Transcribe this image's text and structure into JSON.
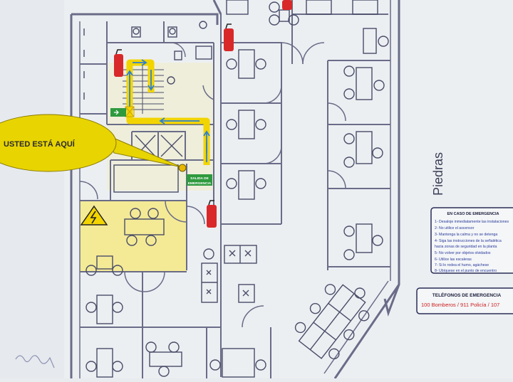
{
  "you_are_here": {
    "label": "USTED ESTÁ AQUÍ"
  },
  "exit_sign": {
    "line1": "SALIDA DE",
    "line2": "EMERGENCIA"
  },
  "street": {
    "name": "Piedras"
  },
  "emergency_box": {
    "title": "EN CASO DE EMERGENCIA",
    "items": [
      "1- Desaloje inmediatamente las instalaciones",
      "2- No utilice el ascensor",
      "3- Mantenga la calma y no se detenga",
      "4- Siga las instrucciones de la señalética",
      "   hacia zonas de seguridad en la planta",
      "5- No volver por objetos olvidados",
      "6- Utilice las escaleras",
      "7- Si lo rodea el humo, agáchese",
      "8- Ubíquese en el punto de encuentro"
    ]
  },
  "phones_box": {
    "title": "TELÉFONOS DE EMERGENCIA",
    "text": "100 Bomberos / 911 Policía / 107"
  },
  "colors": {
    "route": "#f2d400",
    "route_arrow": "#2b7fd6",
    "extinguisher": "#d8282a",
    "highlight": "#f5e67a",
    "wall": "#6a6c88",
    "furniture": "#4a4d68",
    "sign_green": "#2e9a3e",
    "phone_red": "#cc2020"
  },
  "icons": {
    "extinguisher": "fire-extinguisher-icon",
    "electric_hazard": "electric-hazard-icon",
    "you_are_here_marker": "you-are-here-marker-icon",
    "exit_sign": "exit-sign-icon"
  }
}
